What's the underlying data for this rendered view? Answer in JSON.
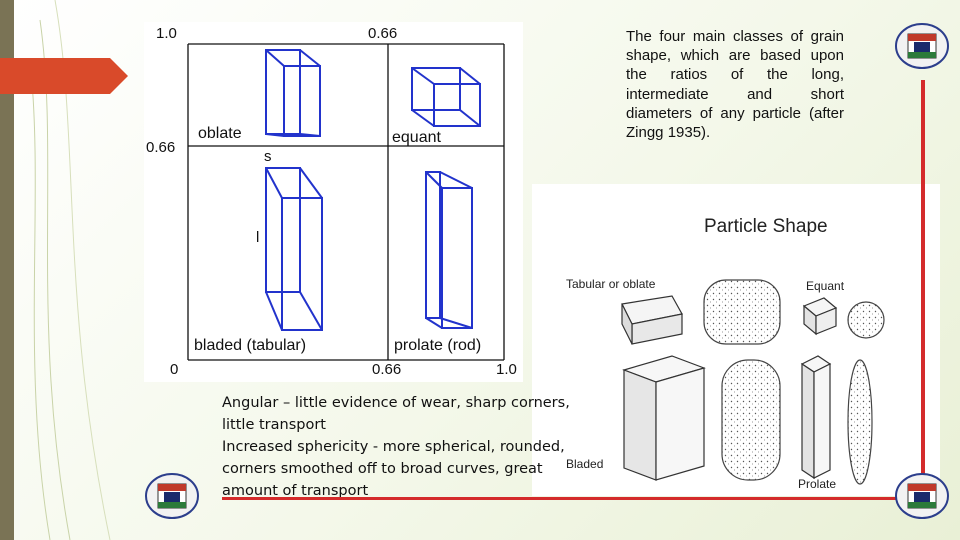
{
  "figure_zingg": {
    "top_left": "1.0",
    "top_mid": "0.66",
    "left_mid": "0.66",
    "bottom_left": "0",
    "bottom_mid": "0.66",
    "bottom_right": "1.0",
    "axis_s": "s",
    "axis_l": "l",
    "oblate": "oblate",
    "equant": "equant",
    "bladed": "bladed (tabular)",
    "prolate": "prolate (rod)"
  },
  "caption": "The four main classes of grain shape, which are based upon the ratios of the long, intermediate and short diameters of any particle (after Zingg 1935).",
  "figure_particle": {
    "title": "Particle Shape",
    "tabular": "Tabular or oblate",
    "equant": "Equant",
    "bladed": "Bladed",
    "prolate": "Prolate"
  },
  "body_lines": [
    "Angular – little evidence of wear, sharp corners,",
    "little transport",
    "Increased sphericity - more spherical, rounded,",
    "corners smoothed off to broad curves, great",
    "amount of transport"
  ],
  "colors": {
    "accent_red": "#d42b2b",
    "box_blue": "#2233cc",
    "strip": "#7a7355"
  }
}
